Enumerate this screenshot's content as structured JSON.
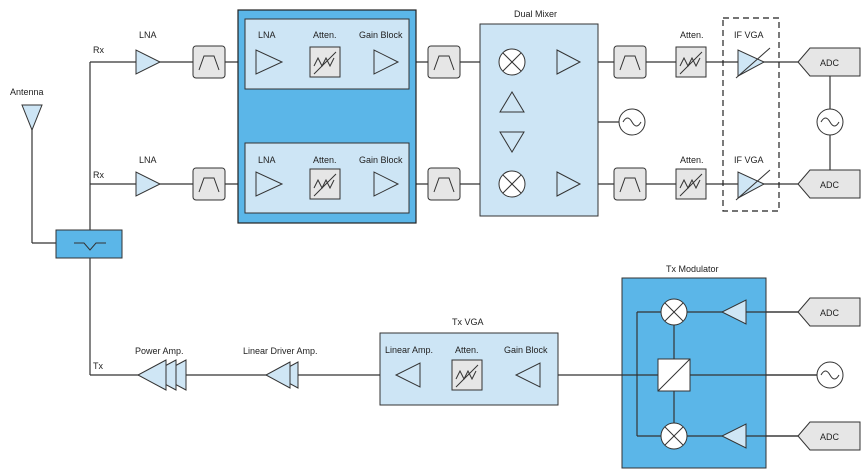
{
  "labels": {
    "antenna": "Antenna",
    "rx_top": "Rx",
    "rx_bottom": "Rx",
    "tx": "Tx",
    "lna_top": "LNA",
    "lna_bottom": "LNA",
    "lna_in_box_top": "LNA",
    "lna_in_box_bottom": "LNA",
    "atten_in_box_top": "Atten.",
    "atten_in_box_bottom": "Atten.",
    "gain_block_top": "Gain Block",
    "gain_block_bottom": "Gain Block",
    "dual_mixer": "Dual Mixer",
    "atten_top": "Atten.",
    "atten_bottom": "Atten.",
    "if_vga_top": "IF VGA",
    "if_vga_bottom": "IF VGA",
    "adc_rx_top": "ADC",
    "adc_rx_bottom": "ADC",
    "tx_modulator": "Tx Modulator",
    "adc_tx_top": "ADC",
    "adc_tx_bottom": "ADC",
    "tx_vga": "Tx VGA",
    "linear_amp": "Linear Amp.",
    "tx_atten": "Atten.",
    "tx_gain_block": "Gain Block",
    "power_amp": "Power Amp.",
    "linear_driver_amp": "Linear Driver Amp."
  },
  "colors": {
    "block_blue_dark": "#5bb6e8",
    "block_blue_light": "#cde5f5",
    "component_grey": "#e6e6e6",
    "line": "#333333"
  }
}
